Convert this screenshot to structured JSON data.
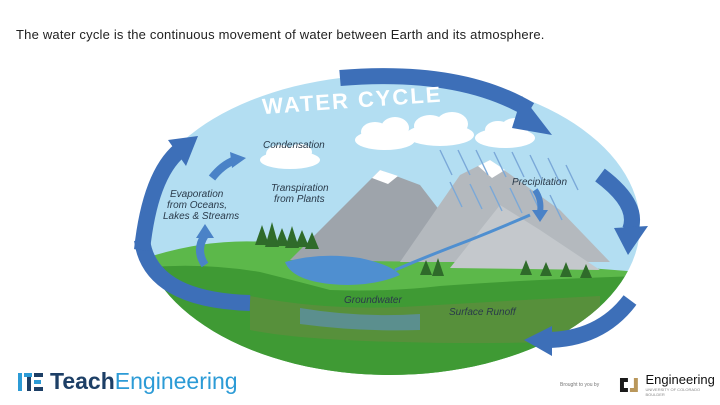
{
  "caption": "The water cycle is the continuous movement of water between Earth and its atmosphere.",
  "diagram": {
    "title": "WATER CYCLE",
    "labels": {
      "condensation": "Condensation",
      "transpiration_1": "Transpiration",
      "transpiration_2": "from Plants",
      "evaporation_1": "Evaporation",
      "evaporation_2": "from Oceans,",
      "evaporation_3": "Lakes & Streams",
      "precipitation": "Precipitation",
      "groundwater": "Groundwater",
      "surface_runoff": "Surface Runoff"
    }
  },
  "footer": {
    "logo_teach": "Teach",
    "logo_engineering": "Engineering",
    "credit": "Brought to you by",
    "partner": "Engineering",
    "partner_sub": "UNIVERSITY OF COLORADO BOULDER"
  },
  "colors": {
    "sky": "#a9d9ef",
    "arrow": "#3d6fb8",
    "land": "#4fa83d",
    "water": "#4f8fd0",
    "mountain": "#a9aeb4"
  }
}
